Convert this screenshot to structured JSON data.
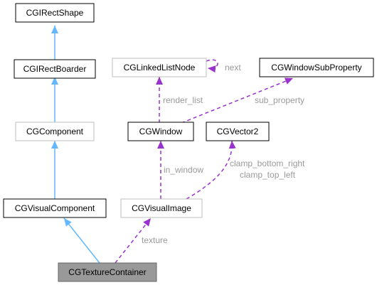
{
  "diagram": {
    "nodes": {
      "cgi_rect_shape": "CGIRectShape",
      "cgi_rect_boarder": "CGIRectBoarder",
      "cg_component": "CGComponent",
      "cg_visual_component": "CGVisualComponent",
      "cg_texture_container": "CGTextureContainer",
      "cg_linked_list_node": "CGLinkedListNode",
      "cg_window_sub_property": "CGWindowSubProperty",
      "cg_window": "CGWindow",
      "cg_vector2": "CGVector2",
      "cg_visual_image": "CGVisualImage"
    },
    "edge_labels": {
      "next": "next",
      "render_list": "render_list",
      "sub_property": "sub_property",
      "in_window": "in_window",
      "clamp_bottom_right": "clamp_bottom_right",
      "clamp_top_left": "clamp_top_left",
      "texture": "texture"
    },
    "colors": {
      "inheritance": "#63b8ff",
      "usage": "#9a32cd",
      "label": "#9a9a9a",
      "border_dark": "#000000",
      "border_light": "#bfbfbf",
      "focus_fill": "#999999"
    }
  }
}
